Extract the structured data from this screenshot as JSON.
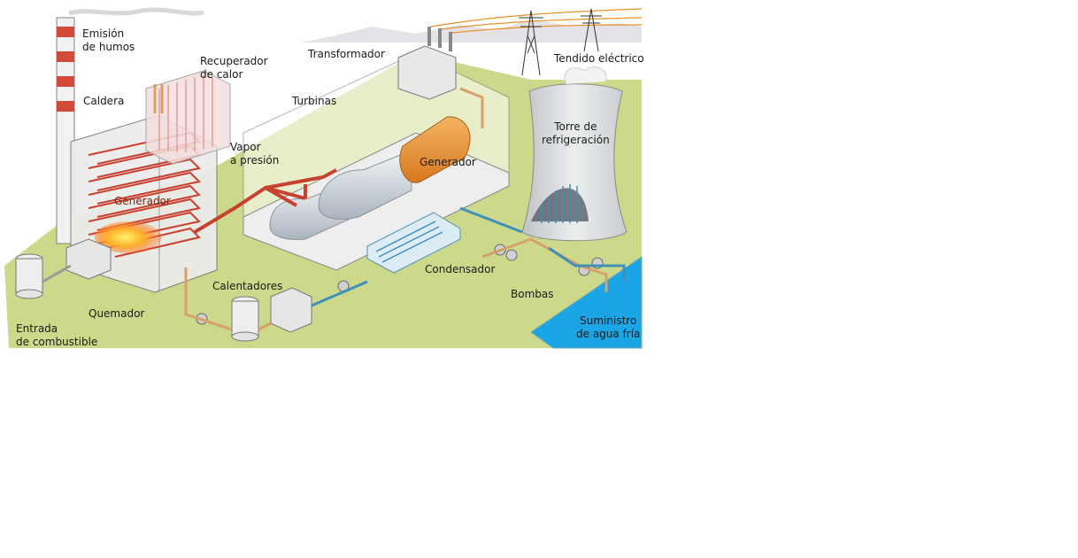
{
  "labels": {
    "emision_humos": [
      "Emisión",
      "de humos"
    ],
    "recuperador_calor": [
      "Recuperador",
      "de calor"
    ],
    "caldera": "Caldera",
    "transformador": "Transformador",
    "tendido_electrico": "Tendido eléctrico",
    "turbinas": "Turbinas",
    "torre_refrigeracion": [
      "Torre de",
      "refrigeración"
    ],
    "vapor_presion": [
      "Vapor",
      "a presión"
    ],
    "generador_turbina": "Generador",
    "generador_caldera": "Generador",
    "condensador": "Condensador",
    "bombas": "Bombas",
    "calentadores": "Calentadores",
    "quemador": "Quemador",
    "entrada_combustible": [
      "Entrada",
      "de combustible"
    ],
    "suministro_agua": [
      "Suministro",
      "de agua fría"
    ]
  },
  "colors": {
    "ground": "#cdd98a",
    "water": "#1aa6e6",
    "steam_pipe": "#c8402e",
    "copper_pipe": "#d6a06a",
    "cold_pipe": "#3f8fb8",
    "building": "#ececec",
    "generator": "#e8902a"
  }
}
